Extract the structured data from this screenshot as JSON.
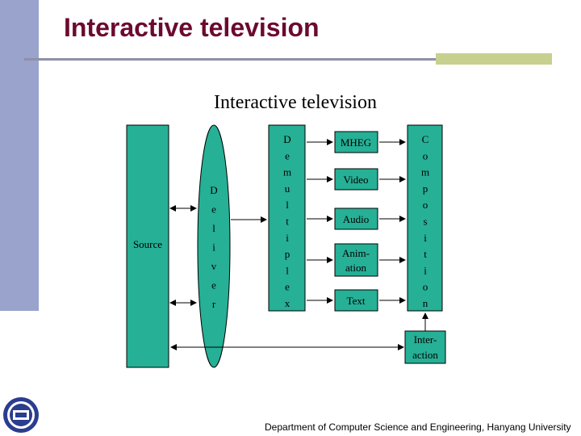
{
  "slide": {
    "title": "Interactive television",
    "footer": "Department of Computer Science and Engineering, Hanyang University"
  },
  "diagram": {
    "title": "Interactive television",
    "source_label": "Source",
    "deliver_label": "Deliver",
    "demultiplex_label": "Demultiplex",
    "media": [
      "MHEG",
      "Video",
      "Audio",
      "Anim-ation",
      "Text"
    ],
    "composition_label": "Composition",
    "interaction_label": "Inter-action"
  },
  "colors": {
    "title": "#6b0a2e",
    "box_fill": "#26b096",
    "side_bar": "#9aa3cc",
    "accent": "#c7d08f"
  }
}
